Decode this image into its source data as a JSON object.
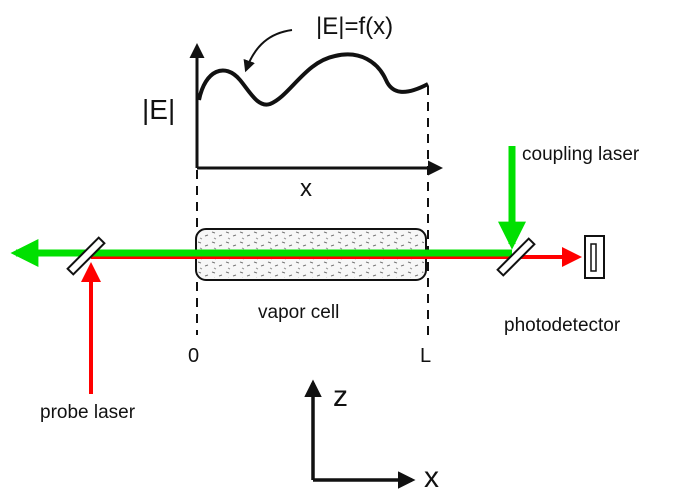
{
  "labels": {
    "function": "|E|=f(x)",
    "e_axis": "|E|",
    "x_axis": "x",
    "coupling_laser": "coupling laser",
    "probe_laser": "probe laser",
    "vapor_cell": "vapor cell",
    "photodetector": "photodetector",
    "cell_start": "0",
    "cell_end": "L",
    "coord_z": "z",
    "coord_x": "x"
  },
  "colors": {
    "coupling_beam": "#00e000",
    "probe_beam": "#ff0000",
    "ink": "#111111",
    "cell_fill": "#f7f7f7"
  }
}
